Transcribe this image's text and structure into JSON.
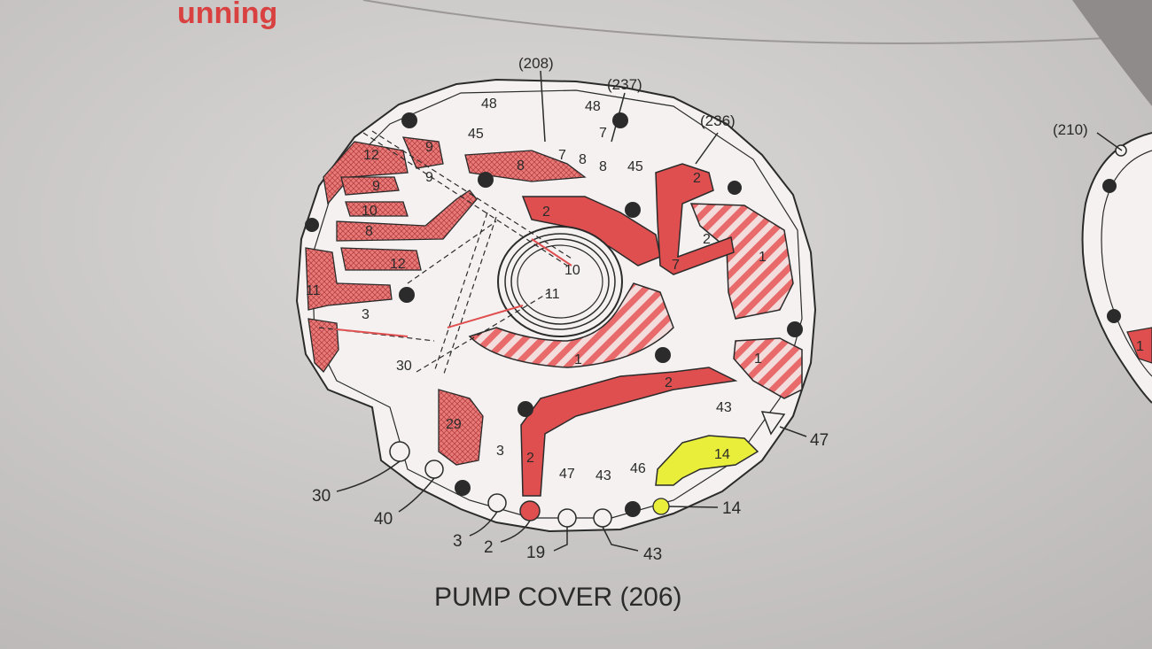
{
  "page": {
    "heading_fragment": "unning",
    "caption": "PUMP COVER (206)"
  },
  "colors": {
    "paper": "#d2cfce",
    "ink": "#2b2b2b",
    "red_fill": "#e04f4f",
    "red_hatch": "#e86a6a",
    "highlight_yellow": "#e8ee3a"
  },
  "part_refs": {
    "r208": "(208)",
    "r237": "(237)",
    "r236": "(236)",
    "r210": "(210)"
  },
  "passage_labels": {
    "p48a": "48",
    "p48b": "48",
    "p45a": "45",
    "p45b": "45",
    "p9a": "9",
    "p9b": "9",
    "p9c": "9",
    "p12a": "12",
    "p12b": "12",
    "p10a": "10",
    "p10b": "10",
    "p8a": "8",
    "p8b": "8",
    "p8c": "8",
    "p8d": "8",
    "p7a": "7",
    "p7b": "7",
    "p7c": "7",
    "p2a": "2",
    "p2b": "2",
    "p2c": "2",
    "p2d": "2",
    "p2e": "2",
    "p1a": "1",
    "p1b": "1",
    "p1c": "1",
    "p11a": "11",
    "p11b": "11",
    "p3a": "3",
    "p3b": "3",
    "p30": "30",
    "p29": "29",
    "p43a": "43",
    "p43b": "43",
    "p47": "47",
    "p46": "46",
    "p14": "14",
    "p1right": "1"
  },
  "callouts": {
    "c30": "30",
    "c40": "40",
    "c3": "3",
    "c2": "2",
    "c19": "19",
    "c43": "43",
    "c14": "14",
    "c47": "47"
  }
}
